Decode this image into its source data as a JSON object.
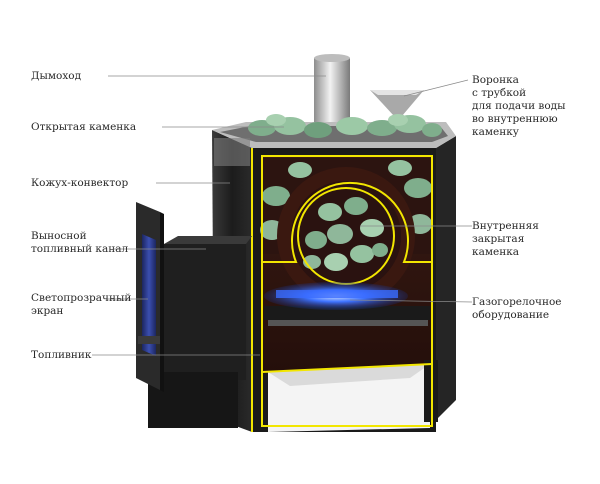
{
  "labels_left": [
    "Дымоход",
    "Открытая каменка",
    "Кожух-конвектор",
    "Выносной\nтопливный канал",
    "Светопрозрачный\nэкран",
    "Топливник"
  ],
  "labels_right": [
    "Воронка\nс трубкой\nдля подачи воды\nво внутреннюю\nкаменку",
    "Внутренняя\nзакрытая\nкаменка",
    "Газогорелочное\nоборудование"
  ],
  "colors": {
    "body": "#1e1e1e",
    "cutaway": "#2f1410",
    "accent_yellow": "#f2e600",
    "stone": "#8fb79a",
    "flame": "#2f63ff",
    "chimney": "#c9c9c9",
    "glass": "#2c3d8e"
  }
}
